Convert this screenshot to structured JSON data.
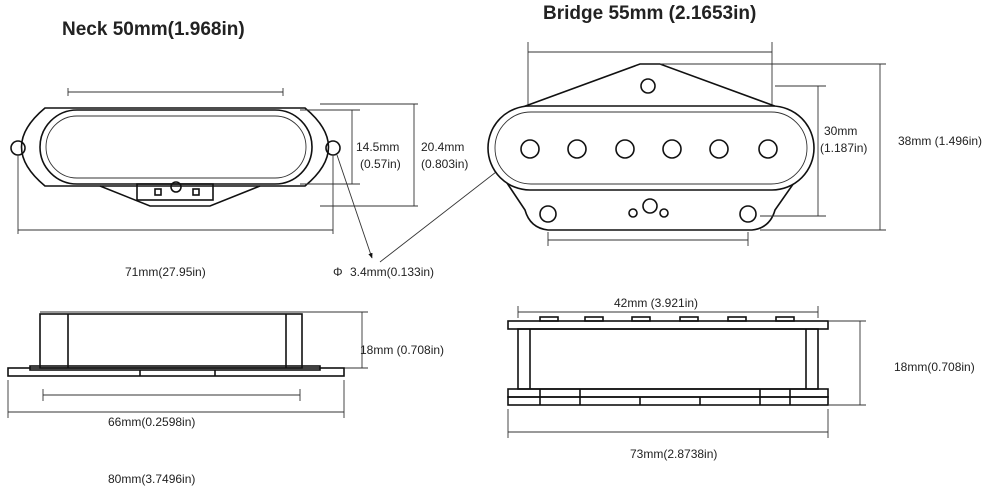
{
  "titles": {
    "neck": "Neck  50mm(1.968in)",
    "bridge": "Bridge 55mm (2.1653in)"
  },
  "dims": {
    "neck_height_a": "14.5mm",
    "neck_height_a_in": "(0.57in)",
    "neck_height_b": "20.4mm",
    "neck_height_b_in": "(0.803in)",
    "neck_length": "71mm(27.95in)",
    "hole": "3.4mm(0.133in)",
    "hole_symbol": "Φ",
    "bridge_30": "30mm",
    "bridge_30_in": "(1.187in)",
    "bridge_38": "38mm (1.496in)",
    "neck_side_height": "18mm (0.708in)",
    "neck_side_66": "66mm(0.2598in)",
    "neck_side_80": "80mm(3.7496in)",
    "bridge_side_42": "42mm (3.921in)",
    "bridge_side_height": "18mm(0.708in)",
    "bridge_side_73": "73mm(2.8738in)"
  }
}
